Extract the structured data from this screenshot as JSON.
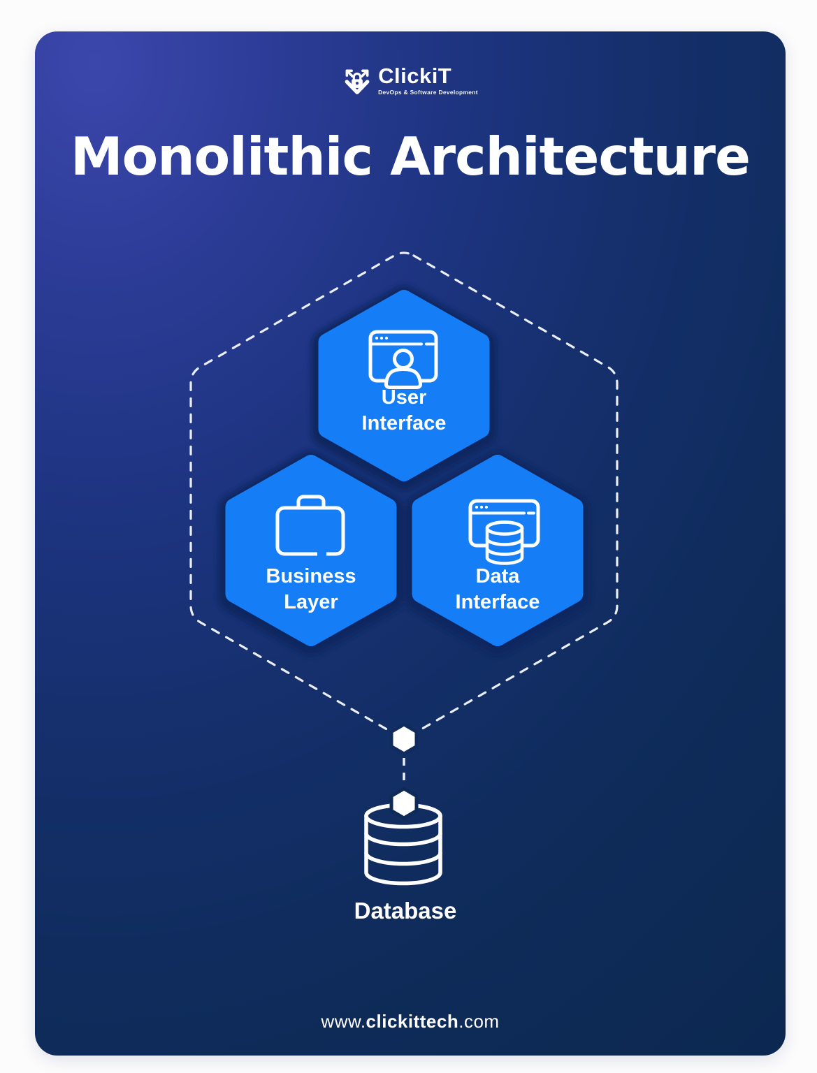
{
  "brand": {
    "name": "ClickiT",
    "tagline": "DevOps & Software Development",
    "icon": "shield-lock-arrows-icon"
  },
  "title": "Monolithic Architecture",
  "diagram": {
    "boundary": "monolith-dashed-hexagon-outline",
    "nodes": [
      {
        "id": "user-interface",
        "lines": [
          "User",
          "Interface"
        ],
        "icon": "browser-user-icon"
      },
      {
        "id": "business-layer",
        "lines": [
          "Business",
          "Layer"
        ],
        "icon": "briefcase-icon"
      },
      {
        "id": "data-interface",
        "lines": [
          "Data",
          "Interface"
        ],
        "icon": "browser-database-icon"
      }
    ],
    "connector": "dashed-line-with-hexagon-junctions",
    "database": {
      "label": "Database",
      "icon": "database-cylinder-icon"
    }
  },
  "footer": {
    "url_prefix": "www.",
    "url_bold": "clickittech",
    "url_suffix": ".com"
  },
  "colors": {
    "hexagon_blue": "#157EF7",
    "card_gradient_top_left": "#3C47AC",
    "card_gradient_bottom": "#0C2850",
    "dash_white": "#E9EEF7",
    "text_white": "#FFFFFF"
  }
}
